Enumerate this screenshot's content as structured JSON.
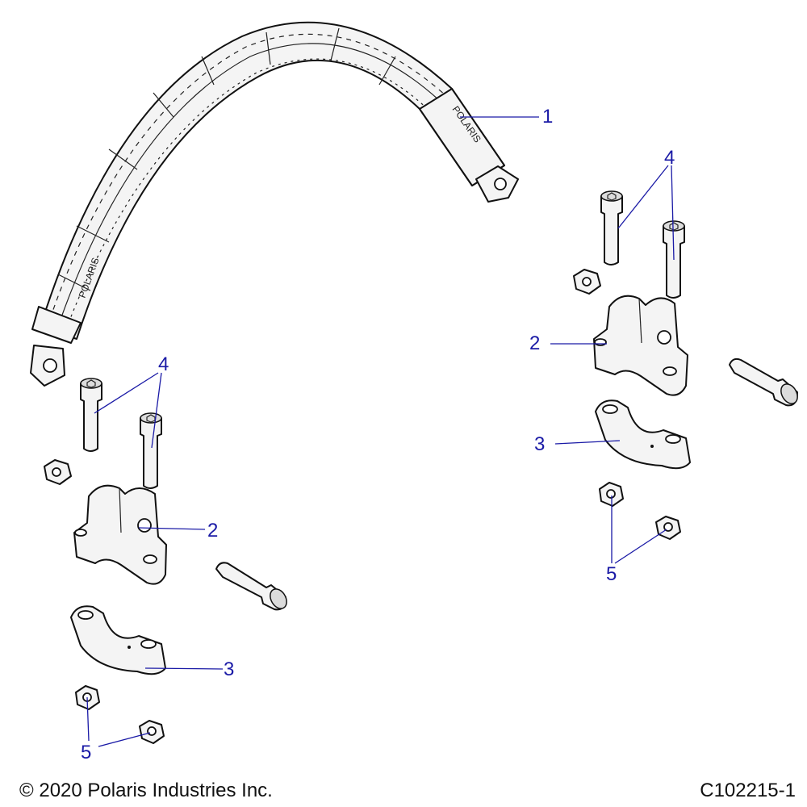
{
  "callouts": {
    "c1": "1",
    "c2_left": "2",
    "c2_right": "2",
    "c3_left": "3",
    "c3_right": "3",
    "c4_left": "4",
    "c4_right": "4",
    "c5_left": "5",
    "c5_right": "5"
  },
  "cable_brand_top": "POLARIS",
  "cable_brand_bottom": "POLARIS",
  "footer": {
    "copyright": "© 2020 Polaris Industries Inc.",
    "drawing_id": "C102215-1"
  },
  "colors": {
    "callout": "#1a1aa6",
    "line": "#111111"
  }
}
